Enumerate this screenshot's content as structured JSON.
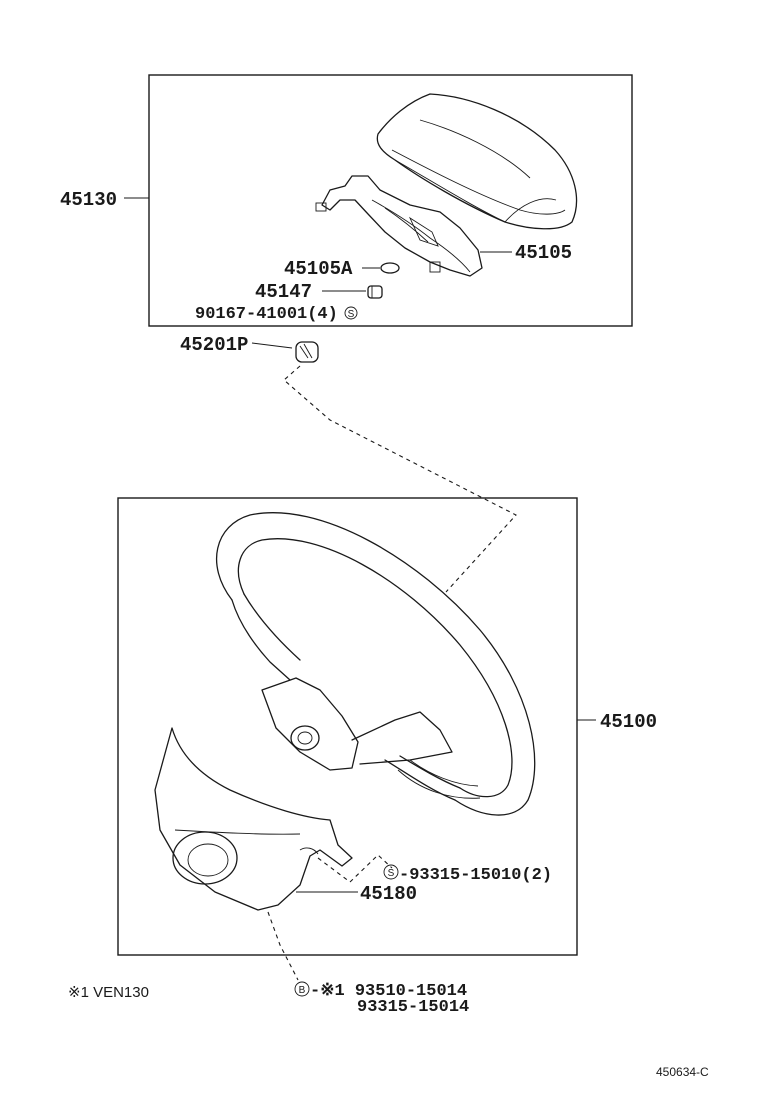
{
  "callouts": {
    "p45130": "45130",
    "p45105": "45105",
    "p45105A": "45105A",
    "p45147": "45147",
    "p90167": "90167-41001(4)",
    "p45201P": "45201P",
    "p45100": "45100",
    "p93315_15010": "-93315-15010(2)",
    "p45180": "45180",
    "p93510": "-※1 93510-15014",
    "p93315_15014": "93315-15014"
  },
  "symbols": {
    "s_mark": "S",
    "b_mark": "B"
  },
  "notes": {
    "footnote": "※1  VEN130",
    "drawing_number": "450634-C"
  }
}
